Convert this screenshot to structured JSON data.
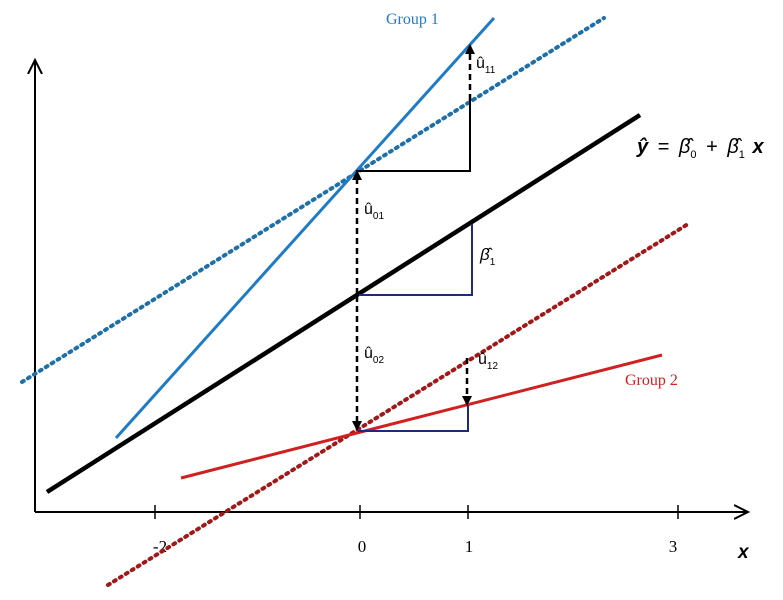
{
  "axes": {
    "x_label": "x",
    "x_ticks": [
      "-2",
      "0",
      "1",
      "3"
    ]
  },
  "equation": {
    "lhs": "ŷ",
    "eq": "=",
    "b0": "β̂",
    "b0_sub": "0",
    "plus": "+",
    "b1": "β̂",
    "b1_sub": "1",
    "x": "x"
  },
  "groups": {
    "group1": "Group 1",
    "group2": "Group 2"
  },
  "residuals": {
    "u11": {
      "base": "û",
      "sub": "11"
    },
    "u01": {
      "base": "û",
      "sub": "01"
    },
    "u02": {
      "base": "û",
      "sub": "02"
    },
    "u12": {
      "base": "û",
      "sub": "12"
    }
  },
  "slope_label": {
    "base": "β̂",
    "sub": "1"
  },
  "colors": {
    "axis": "#000000",
    "overall": "#000000",
    "group1": "#1f7bc6",
    "group1_dotted": "#1f6fa8",
    "group2": "#d02020",
    "group2_dotted": "#a01818",
    "triangle": "#1f2a7a"
  }
}
